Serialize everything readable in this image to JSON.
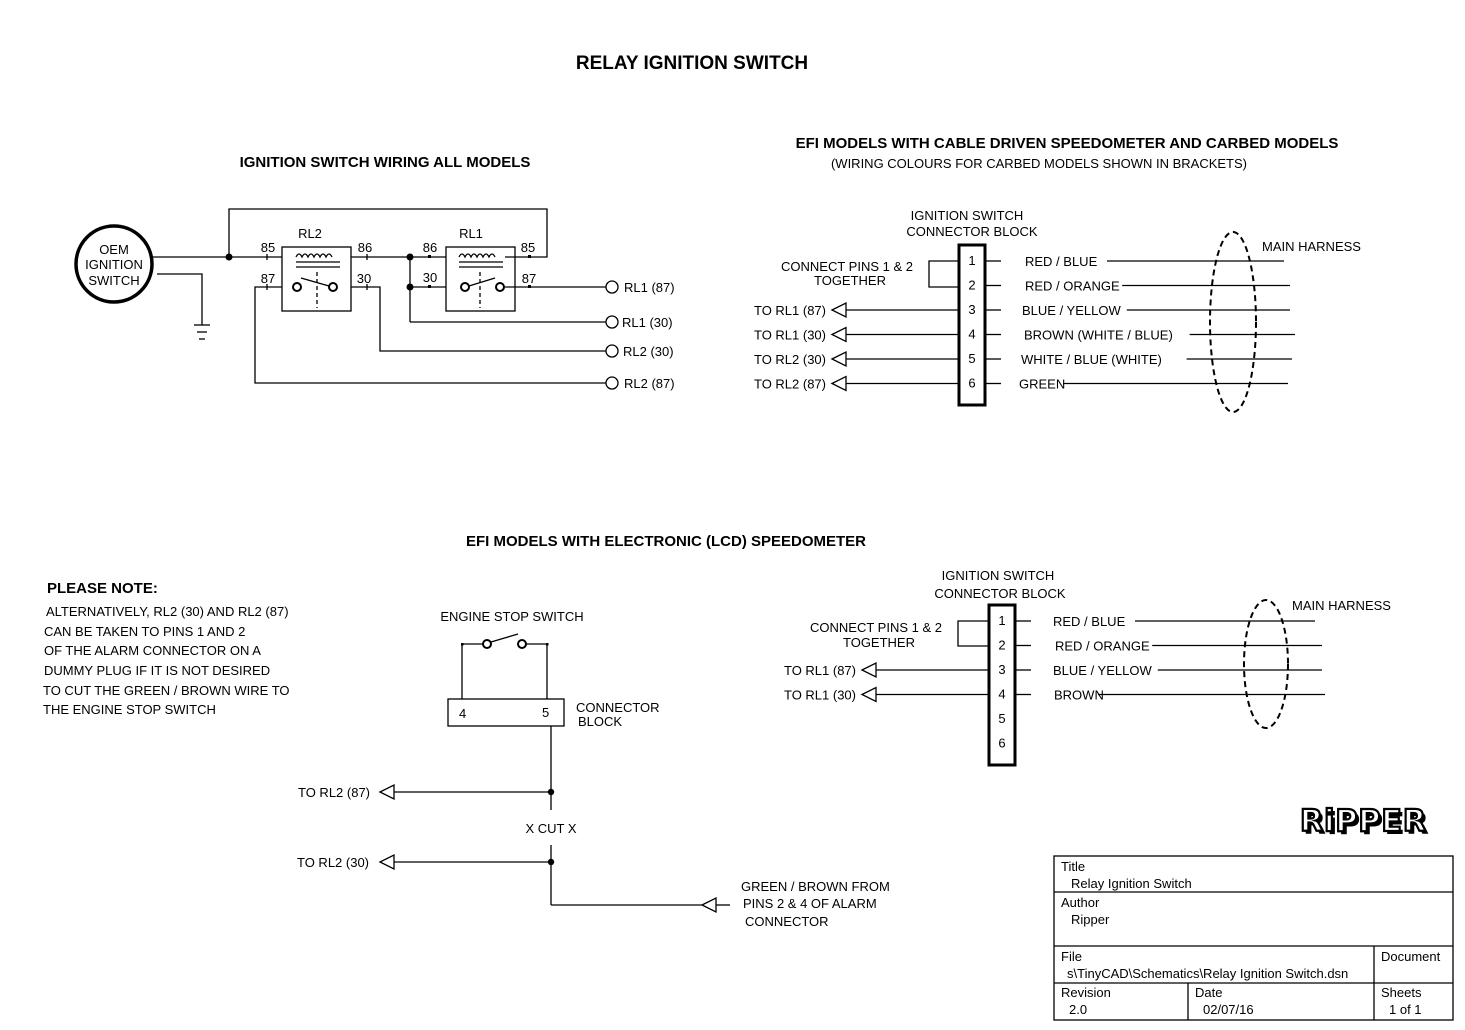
{
  "title": "RELAY IGNITION SWITCH",
  "section1": {
    "heading": "IGNITION SWITCH WIRING ALL MODELS",
    "oem_switch": [
      "OEM",
      "IGNITION",
      "SWITCH"
    ],
    "relays": [
      {
        "name": "RL2",
        "pins": {
          "left_top": "85",
          "right_top": "86",
          "left_bottom": "87",
          "right_bottom": "30"
        }
      },
      {
        "name": "RL1",
        "pins": {
          "left_top": "86",
          "right_top": "85",
          "left_bottom": "30",
          "right_bottom": "87"
        }
      }
    ],
    "outputs": [
      "RL1 (87)",
      "RL1 (30)",
      "RL2 (30)",
      "RL2 (87)"
    ]
  },
  "section2": {
    "heading": "EFI MODELS WITH CABLE DRIVEN SPEEDOMETER AND CARBED MODELS",
    "subheading": "(WIRING COLOURS FOR CARBED MODELS SHOWN IN BRACKETS)",
    "block_label": [
      "IGNITION SWITCH",
      "CONNECTOR BLOCK"
    ],
    "note": [
      "CONNECT PINS 1 & 2",
      "TOGETHER"
    ],
    "harness_label": "MAIN HARNESS",
    "pins": [
      {
        "num": "1",
        "wire": "RED / BLUE",
        "to": ""
      },
      {
        "num": "2",
        "wire": "RED / ORANGE",
        "to": ""
      },
      {
        "num": "3",
        "wire": "BLUE / YELLOW",
        "to": "TO RL1 (87)"
      },
      {
        "num": "4",
        "wire": "BROWN  (WHITE / BLUE)",
        "to": "TO RL1 (30)"
      },
      {
        "num": "5",
        "wire": "WHITE / BLUE  (WHITE)",
        "to": "TO RL2 (30)"
      },
      {
        "num": "6",
        "wire": "GREEN",
        "to": "TO RL2 (87)"
      }
    ]
  },
  "section3": {
    "heading": "EFI MODELS WITH ELECTRONIC (LCD) SPEEDOMETER",
    "note_title": "PLEASE NOTE:",
    "note_lines": [
      "ALTERNATIVELY, RL2 (30) AND RL2 (87)",
      "CAN BE TAKEN TO PINS 1 AND 2",
      "OF THE ALARM CONNECTOR ON A",
      "DUMMY PLUG IF IT IS NOT DESIRED",
      "TO CUT THE GREEN / BROWN WIRE TO",
      "THE ENGINE STOP SWITCH"
    ],
    "engine_stop_label": "ENGINE STOP SWITCH",
    "connector_pins": [
      "4",
      "5"
    ],
    "connector_label": [
      "CONNECTOR",
      "BLOCK"
    ],
    "to_rl2_87": "TO RL2 (87)",
    "cut_label": "X CUT X",
    "to_rl2_30": "TO RL2 (30)",
    "alarm_label": [
      "GREEN / BROWN FROM",
      "PINS 2 & 4 OF ALARM",
      "CONNECTOR"
    ],
    "block_label": [
      "IGNITION SWITCH",
      "CONNECTOR BLOCK"
    ],
    "note": [
      "CONNECT PINS 1 & 2",
      "TOGETHER"
    ],
    "harness_label": "MAIN HARNESS",
    "pins": [
      {
        "num": "1",
        "wire": "RED / BLUE",
        "to": ""
      },
      {
        "num": "2",
        "wire": "RED / ORANGE",
        "to": ""
      },
      {
        "num": "3",
        "wire": "BLUE / YELLOW",
        "to": "TO RL1 (87)"
      },
      {
        "num": "4",
        "wire": "BROWN",
        "to": "TO RL1 (30)"
      },
      {
        "num": "5",
        "wire": "",
        "to": ""
      },
      {
        "num": "6",
        "wire": "",
        "to": ""
      }
    ]
  },
  "logo": "RiPPER",
  "title_block": {
    "title_label": "Title",
    "title_value": "Relay Ignition Switch",
    "author_label": "Author",
    "author_value": "Ripper",
    "file_label": "File",
    "file_value": "s\\TinyCAD\\Schematics\\Relay Ignition Switch.dsn",
    "document_label": "Document",
    "document_value": "",
    "revision_label": "Revision",
    "revision_value": "2.0",
    "date_label": "Date",
    "date_value": "02/07/16",
    "sheets_label": "Sheets",
    "sheets_value": "1 of 1"
  }
}
